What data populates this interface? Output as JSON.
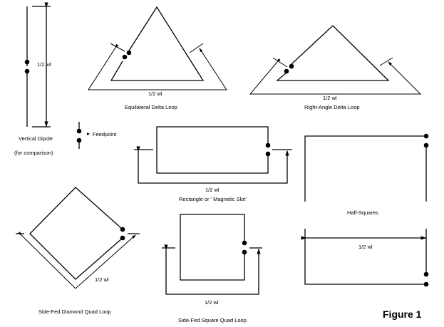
{
  "figure_title": "Figure 1",
  "dimension_label": "1/2 wl",
  "legend": {
    "feedpoint_label": "Feedpoint"
  },
  "antennas": {
    "vertical_dipole": {
      "name": "Vertical Dipole",
      "note": "(for comparison)",
      "dimension": "1/2 wl"
    },
    "equilateral_delta": {
      "name": "Equilateral Delta Loop",
      "dimension": "1/2 wl"
    },
    "right_angle_delta": {
      "name": "Right-Angle Delta Loop",
      "dimension": "1/2 wl"
    },
    "rectangle": {
      "name": "Rectangle or ' Magnetic Slot'",
      "dimension": "1/2 wl"
    },
    "half_squares": {
      "name": "Half-Squares",
      "dimension": "1/2 wl"
    },
    "diamond_quad": {
      "name": "Side-Fed Diamond Quad Loop",
      "dimension": "1/2 wl"
    },
    "square_quad": {
      "name": "Side-Fed Square Quad Loop",
      "dimension": "1/2 wl"
    }
  },
  "colors": {
    "line": "#000000",
    "background": "#ffffff"
  }
}
